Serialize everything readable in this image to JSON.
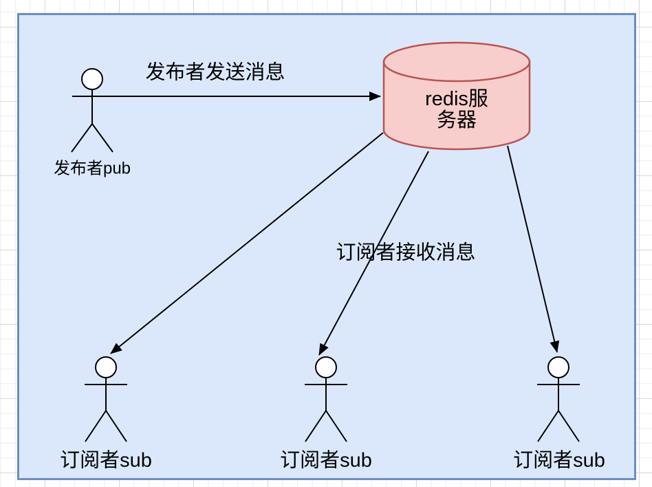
{
  "diagram": {
    "box": {
      "fill": "#dbe8fc",
      "stroke": "#6c8ebf"
    },
    "publisher": {
      "label": "发布者pub"
    },
    "server": {
      "label": "redis服\n务器",
      "fill": "#f8cecc",
      "stroke": "#b85450"
    },
    "subscribers": [
      {
        "label": "订阅者sub"
      },
      {
        "label": "订阅者sub"
      },
      {
        "label": "订阅者sub"
      }
    ],
    "flows": {
      "publish_label": "发布者发送消息",
      "receive_label": "订阅者接收消息"
    },
    "line_color": "#000000"
  }
}
